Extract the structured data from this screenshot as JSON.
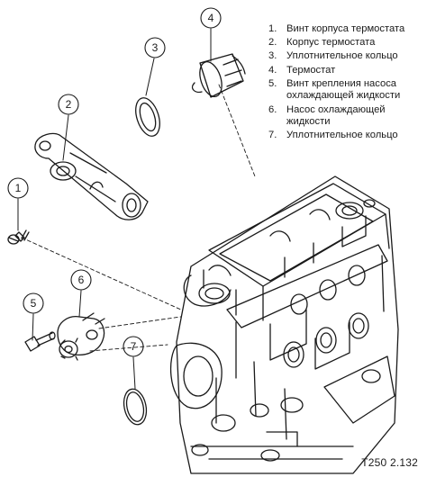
{
  "callouts": [
    {
      "num": "1"
    },
    {
      "num": "2"
    },
    {
      "num": "3"
    },
    {
      "num": "4"
    },
    {
      "num": "5"
    },
    {
      "num": "6"
    },
    {
      "num": "7"
    }
  ],
  "legend": [
    {
      "num": "1.",
      "text": "Винт корпуса термостата"
    },
    {
      "num": "2.",
      "text": "Корпус термостата"
    },
    {
      "num": "3.",
      "text": "Уплотнительное кольцо"
    },
    {
      "num": "4.",
      "text": "Термостат"
    },
    {
      "num": "5.",
      "text": "Винт крепления насоса охлаждающей жидкости"
    },
    {
      "num": "6.",
      "text": "Насос охлаждающей жидкости"
    },
    {
      "num": "7.",
      "text": "Уплотнительное кольцо"
    }
  ],
  "figure_code": "T250 2.132"
}
